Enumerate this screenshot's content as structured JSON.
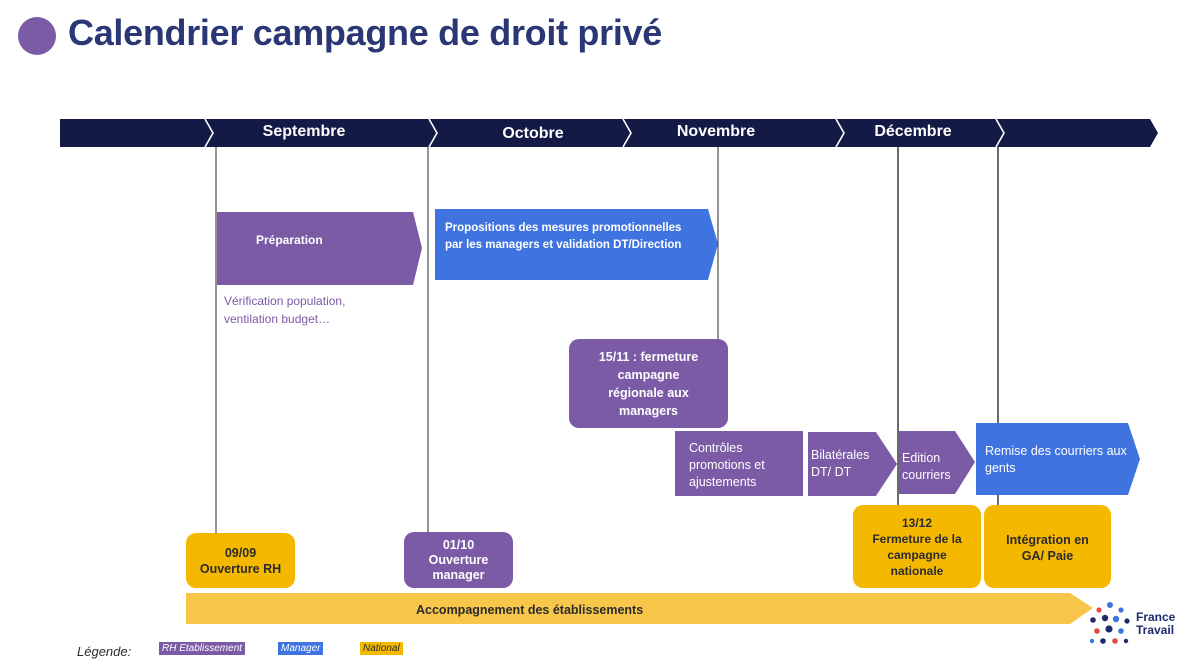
{
  "title": "Calendrier campagne de droit privé",
  "colors": {
    "rh": "#7b5aa6",
    "manager": "#3f73e0",
    "national": "#f5b800",
    "header_band": "#131a45",
    "title_text": "#2b3775"
  },
  "months": [
    "Septembre",
    "Octobre",
    "Novembre",
    "Décembre"
  ],
  "steps": {
    "preparation": "Préparation",
    "preparation_note_1": "Vérification population,",
    "preparation_note_2": "ventilation budget…",
    "propositions_1": "Propositions des mesures  promotionnelles",
    "propositions_2": "par les managers et validation DT/Direction",
    "fermeture_regionale_1": "15/11 : fermeture",
    "fermeture_regionale_2": "campagne",
    "fermeture_regionale_3": "régionale aux",
    "fermeture_regionale_4": "managers",
    "controles_1": "Contrôles",
    "controles_2": "promotions et",
    "controles_3": "ajustements",
    "bilaterales_1": "Bilatérales",
    "bilaterales_2": "DT/ DT",
    "edition_1": "Edition",
    "edition_2": "courriers",
    "remise_1": "Remise des courriers aux",
    "remise_2": "gents",
    "ouverture_rh_1": "09/09",
    "ouverture_rh_2": "Ouverture RH",
    "ouverture_manager_1": "01/10",
    "ouverture_manager_2": "Ouverture",
    "ouverture_manager_3": "manager",
    "fermeture_nationale_1": "13/12",
    "fermeture_nationale_2": "Fermeture de la",
    "fermeture_nationale_3": "campagne",
    "fermeture_nationale_4": "nationale",
    "integration_1": "Intégration en",
    "integration_2": "GA/ Paie",
    "accompagnement": "Accompagnement des établissements"
  },
  "legend": {
    "label": "Légende:",
    "rh": "RH Etablissement",
    "manager": "Manager",
    "national": "National"
  },
  "logo": {
    "line1": "France",
    "line2": "Travail"
  }
}
